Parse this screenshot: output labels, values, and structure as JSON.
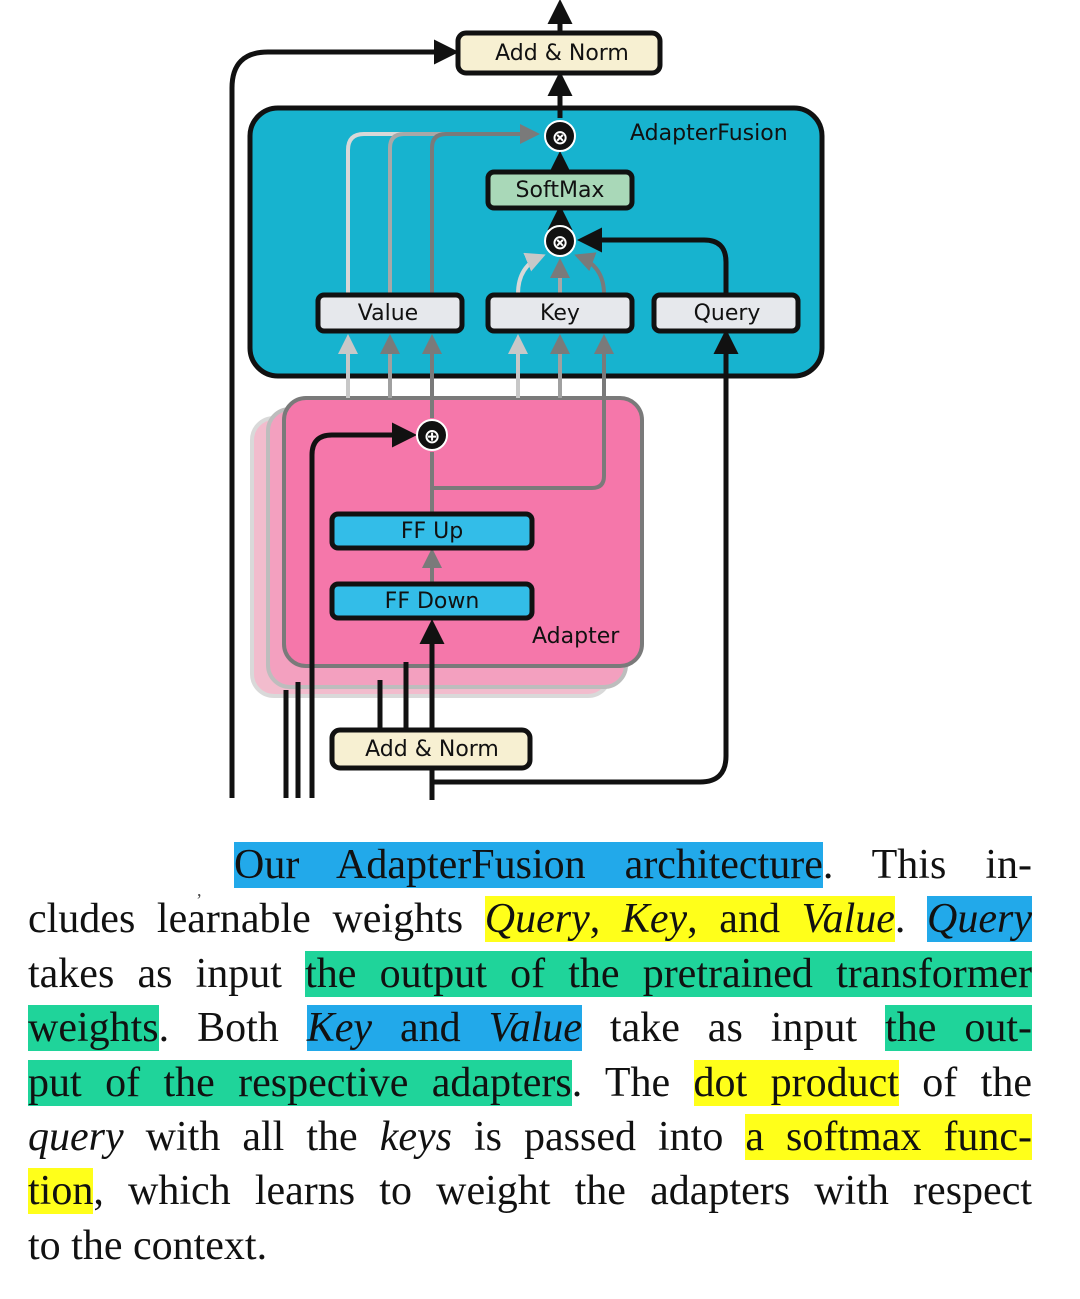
{
  "figure": {
    "top_add_norm": "Add & Norm",
    "bottom_add_norm": "Add & Norm",
    "adapterfusion_label": "AdapterFusion",
    "softmax": "SoftMax",
    "value": "Value",
    "key": "Key",
    "query": "Query",
    "ff_up": "FF Up",
    "ff_down": "FF Down",
    "adapter_label": "Adapter",
    "multiply_symbol": "⊗",
    "add_symbol": "⊕",
    "colors": {
      "fusion_box": "#17b3cf",
      "adapter_box": "#f577aa",
      "add_norm": "#f7f0d2",
      "softmax": "#a9d8b8",
      "ff_layers": "#33bde8",
      "qkv": "#e6e8ec"
    }
  },
  "caption": {
    "lines": [
      [
        {
          "t": "Our AdapterFusion architecture",
          "c": "blue"
        },
        {
          "t": ". This in-"
        }
      ],
      [
        {
          "t": "cludes learnable weights "
        },
        {
          "t": "Query",
          "c": "yellow",
          "i": true
        },
        {
          "t": ", ",
          "c": "yellow"
        },
        {
          "t": "Key",
          "c": "yellow",
          "i": true
        },
        {
          "t": ", and ",
          "c": "yellow"
        },
        {
          "t": "Value",
          "c": "yellow",
          "i": true
        },
        {
          "t": ". "
        },
        {
          "t": "Query",
          "c": "blue",
          "i": true
        }
      ],
      [
        {
          "t": "takes as input "
        },
        {
          "t": "the output of the pretrained transformer",
          "c": "green"
        }
      ],
      [
        {
          "t": "weights",
          "c": "green"
        },
        {
          "t": ". Both "
        },
        {
          "t": "Key",
          "c": "blue",
          "i": true
        },
        {
          "t": " and ",
          "c": "blue"
        },
        {
          "t": "Value",
          "c": "blue",
          "i": true
        },
        {
          "t": " take as input "
        },
        {
          "t": "the out-",
          "c": "green"
        }
      ],
      [
        {
          "t": "put of the respective adapters",
          "c": "green"
        },
        {
          "t": ". The "
        },
        {
          "t": "dot product",
          "c": "yellow"
        },
        {
          "t": " of the"
        }
      ],
      [
        {
          "t": "query",
          "i": true
        },
        {
          "t": " with all the "
        },
        {
          "t": "keys",
          "i": true
        },
        {
          "t": " is passed into "
        },
        {
          "t": "a softmax func-",
          "c": "yellow"
        }
      ],
      [
        {
          "t": "tion",
          "c": "yellow"
        },
        {
          "t": ", which learns to weight the adapters with respect"
        }
      ],
      [
        {
          "t": "to the context."
        }
      ]
    ]
  }
}
